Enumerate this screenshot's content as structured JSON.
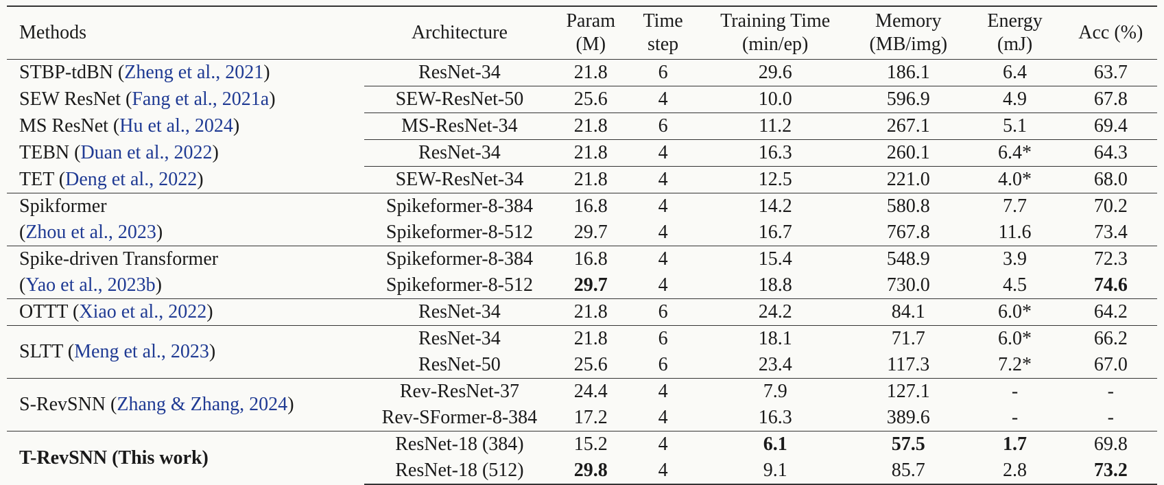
{
  "headers": {
    "methods": "Methods",
    "architecture": "Architecture",
    "param_1": "Param",
    "param_2": "(M)",
    "time_1": "Time",
    "time_2": "step",
    "train_1": "Training Time",
    "train_2": "(min/ep)",
    "mem_1": "Memory",
    "mem_2": "(MB/img)",
    "energy_1": "Energy",
    "energy_2": "(mJ)",
    "acc": "Acc (%)"
  },
  "methods": {
    "stbp": {
      "name": "STBP-tdBN (",
      "cite": "Zheng et al., 2021",
      "end": ")"
    },
    "sew": {
      "name": "SEW ResNet (",
      "cite": "Fang et al., 2021a",
      "end": ")"
    },
    "ms": {
      "name": "MS ResNet (",
      "cite": "Hu et al., 2024",
      "end": ")"
    },
    "tebn": {
      "name": "TEBN (",
      "cite": "Duan et al., 2022",
      "end": ")"
    },
    "tet": {
      "name": "TET (",
      "cite": "Deng et al., 2022",
      "end": ")"
    },
    "spikformer": {
      "name": "Spikformer",
      "open": "(",
      "cite": "Zhou et al., 2023",
      "end": ")"
    },
    "sdt": {
      "name": "Spike-driven Transformer",
      "open": "(",
      "cite": "Yao et al., 2023b",
      "end": ")"
    },
    "ottt": {
      "name": "OTTT (",
      "cite": "Xiao et al., 2022",
      "end": ")"
    },
    "sltt": {
      "name": "SLTT (",
      "cite": "Meng et al., 2023",
      "end": ")"
    },
    "srev": {
      "name": "S-RevSNN (",
      "cite": "Zhang & Zhang, 2024",
      "end": ")"
    },
    "trev": {
      "name": "T-RevSNN (This work)"
    }
  },
  "rows": [
    {
      "arch": "ResNet-34",
      "param": "21.8",
      "t": "6",
      "train": "29.6",
      "mem": "186.1",
      "energy": "6.4",
      "acc": "63.7"
    },
    {
      "arch": "SEW-ResNet-50",
      "param": "25.6",
      "t": "4",
      "train": "10.0",
      "mem": "596.9",
      "energy": "4.9",
      "acc": "67.8"
    },
    {
      "arch": "MS-ResNet-34",
      "param": "21.8",
      "t": "6",
      "train": "11.2",
      "mem": "267.1",
      "energy": "5.1",
      "acc": "69.4"
    },
    {
      "arch": "ResNet-34",
      "param": "21.8",
      "t": "4",
      "train": "16.3",
      "mem": "260.1",
      "energy": "6.4*",
      "acc": "64.3"
    },
    {
      "arch": "SEW-ResNet-34",
      "param": "21.8",
      "t": "4",
      "train": "12.5",
      "mem": "221.0",
      "energy": "4.0*",
      "acc": "68.0"
    },
    {
      "arch": "Spikeformer-8-384",
      "param": "16.8",
      "t": "4",
      "train": "14.2",
      "mem": "580.8",
      "energy": "7.7",
      "acc": "70.2"
    },
    {
      "arch": "Spikeformer-8-512",
      "param": "29.7",
      "t": "4",
      "train": "16.7",
      "mem": "767.8",
      "energy": "11.6",
      "acc": "73.4"
    },
    {
      "arch": "Spikeformer-8-384",
      "param": "16.8",
      "t": "4",
      "train": "15.4",
      "mem": "548.9",
      "energy": "3.9",
      "acc": "72.3"
    },
    {
      "arch": "Spikeformer-8-512",
      "param": "29.7",
      "t": "4",
      "train": "18.8",
      "mem": "730.0",
      "energy": "4.5",
      "acc": "74.6"
    },
    {
      "arch": "ResNet-34",
      "param": "21.8",
      "t": "6",
      "train": "24.2",
      "mem": "84.1",
      "energy": "6.0*",
      "acc": "64.2"
    },
    {
      "arch": "ResNet-34",
      "param": "21.8",
      "t": "6",
      "train": "18.1",
      "mem": "71.7",
      "energy": "6.0*",
      "acc": "66.2"
    },
    {
      "arch": "ResNet-50",
      "param": "25.6",
      "t": "6",
      "train": "23.4",
      "mem": "117.3",
      "energy": "7.2*",
      "acc": "67.0"
    },
    {
      "arch": "Rev-ResNet-37",
      "param": "24.4",
      "t": "4",
      "train": "7.9",
      "mem": "127.1",
      "energy": "-",
      "acc": "-"
    },
    {
      "arch": "Rev-SFormer-8-384",
      "param": "17.2",
      "t": "4",
      "train": "16.3",
      "mem": "389.6",
      "energy": "-",
      "acc": "-"
    },
    {
      "arch": "ResNet-18 (384)",
      "param": "15.2",
      "t": "4",
      "train": "6.1",
      "mem": "57.5",
      "energy": "1.7",
      "acc": "69.8"
    },
    {
      "arch": "ResNet-18 (512)",
      "param": "29.8",
      "t": "4",
      "train": "9.1",
      "mem": "85.7",
      "energy": "2.8",
      "acc": "73.2"
    }
  ]
}
